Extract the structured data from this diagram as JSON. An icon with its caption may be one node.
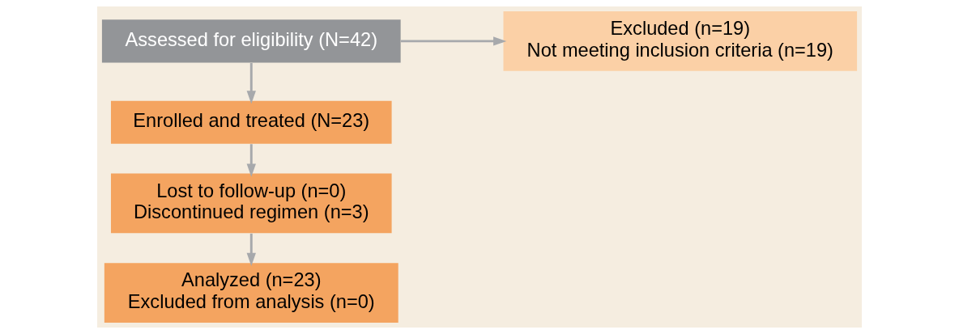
{
  "diagram": {
    "nodes": [
      {
        "text": [
          "Assessed for eligibility (N=42)"
        ]
      },
      {
        "text": [
          "Excluded (n=19)",
          "Not meeting inclusion criteria (n=19)"
        ]
      },
      {
        "text": [
          "Enrolled and treated (N=23)"
        ]
      },
      {
        "text": [
          "Lost to follow-up (n=0)",
          "Discontinued regimen (n=3)"
        ]
      },
      {
        "text": [
          "Analyzed (n=23)",
          "Excluded from analysis (n=0)"
        ]
      }
    ],
    "edges": [
      {
        "from": 0,
        "to": 1,
        "arrow": "to"
      },
      {
        "from": 0,
        "to": 2,
        "arrow": "to"
      },
      {
        "from": 2,
        "to": 3,
        "arrow": "to"
      },
      {
        "from": 3,
        "to": 4,
        "arrow": "to"
      }
    ]
  }
}
